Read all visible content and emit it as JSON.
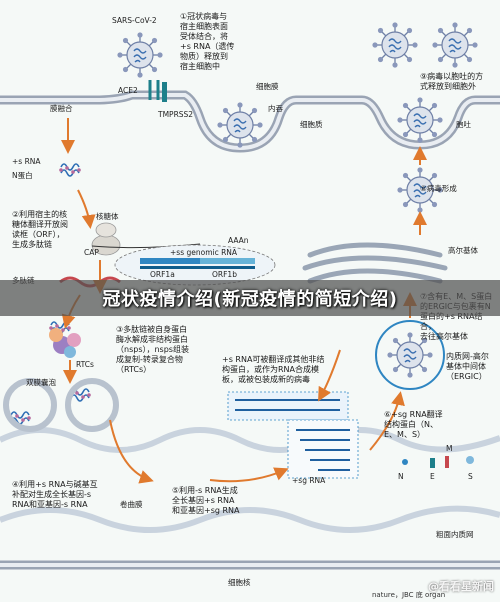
{
  "banner": {
    "title": "冠状疫情介绍(新冠疫情的简短介绍)"
  },
  "labels": {
    "virus": "SARS-CoV-2",
    "ace2": "ACE2",
    "tmprss2": "TMPRSS2",
    "membrane_fusion": "膜融合",
    "cell_membrane": "细胞膜",
    "endosome": "内吞",
    "cytoplasm": "细胞质",
    "exocytosis": "胞吐",
    "plus_rna": "+s RNA",
    "n_protein": "N蛋白",
    "ribosome": "核糖体",
    "cap": "CAP",
    "aaa": "AAAn",
    "genomic_rna": "+ss genomic RNA",
    "orf1a": "ORF1a",
    "orf1b": "ORF1b",
    "polypeptide": "多肽链",
    "rtcs": "RTCs",
    "double_vesicle": "双膜囊泡",
    "virion_formation": "⑧病毒形成",
    "golgi": "高尔基体",
    "ergic_label": "内质网-高尔\n基体中间体\n（ERGIC）",
    "n_small": "N",
    "m_small": "M",
    "e_small": "E",
    "s_small": "S",
    "convoluted_membrane": "卷曲膜",
    "rough_er": "粗面内质网",
    "nucleus": "细胞核",
    "plus_sgrna": "+sg RNA",
    "credit": "nature，JBC  底    organ"
  },
  "steps": {
    "s1": "①冠状病毒与\n宿主细胞表面\n受体结合，将\n+s RNA（遗传\n物质）释放到\n宿主细胞中",
    "s2": "②利用宿主的核\n糖体翻译开放阅\n读框（ORF），\n生成多肽链",
    "s3": "③多肽链被自身蛋白\n酶水解成非结构蛋白\n（nsps），nsps组装\n成复制-转录复合物\n（RTCs）",
    "s4": "④利用+s RNA与碱基互\n补配对生成全长基因-s\nRNA和亚基因-s RNA",
    "s5": "⑤利用-s RNA生成\n全长基因+s RNA\n和亚基因+sg RNA",
    "s6": "⑥+sg RNA翻译\n结构蛋白（N、\nE、M、S）",
    "s7": "⑦含有E、M、S蛋白\n的ERGIC与包裹有N\n蛋白的+s RNA结合，\n去往高尔基体",
    "s9": "⑨病毒以胞吐的方\n式释放到细胞外",
    "center": "+s RNA可被翻译成其他非结\n构蛋白，或作为RNA合成模\n板，或被包装成新的病毒"
  },
  "watermark": "@看看星新闻"
}
